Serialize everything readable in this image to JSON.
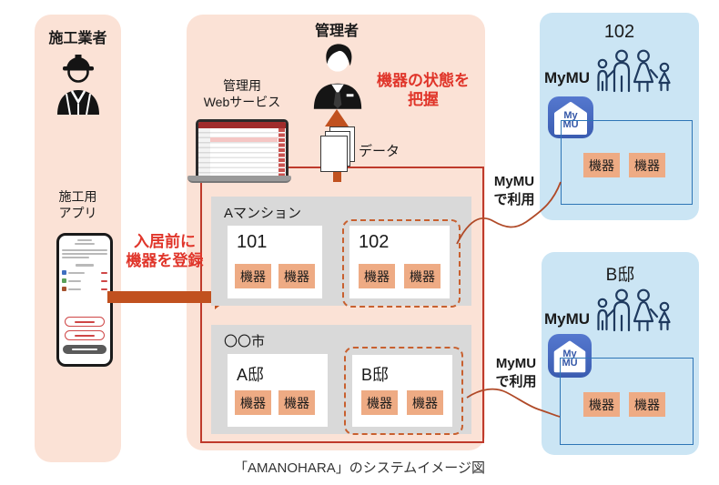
{
  "caption": "「AMANOHARA」のシステムイメージ図",
  "shared": {
    "device": "機器",
    "mymu_usage_l1": "MyMU",
    "mymu_usage_l2": "で利用"
  },
  "contractor": {
    "title": "施工業者",
    "app_l1": "施工用",
    "app_l2": "アプリ",
    "register_l1": "入居前に",
    "register_l2": "機器を登録"
  },
  "admin": {
    "title": "管理者",
    "web_l1": "管理用",
    "web_l2": "Webサービス",
    "status_l1": "機器の状態を",
    "status_l2": "把握",
    "data_label": "データ"
  },
  "mansion": {
    "title": "Aマンション",
    "rooms": [
      {
        "name": "101"
      },
      {
        "name": "102"
      }
    ]
  },
  "city": {
    "title": "〇〇市",
    "rooms": [
      {
        "name": "A邸"
      },
      {
        "name": "B邸"
      }
    ]
  },
  "residents": [
    {
      "title": "102",
      "mymu": "MyMU"
    },
    {
      "title": "B邸",
      "mymu": "MyMU"
    }
  ],
  "mymu_icon": {
    "l1": "My",
    "l2": "MU"
  },
  "colors": {
    "panel_pink": "#fbe2d6",
    "panel_blue": "#cbe5f4",
    "box_gray": "#d9d9d9",
    "device_chip": "#eeab84",
    "arrow_orange": "#c1511f",
    "outline_red": "#bf3a2b",
    "text_red": "#e0352a",
    "dashed_border": "#c8602f",
    "inner_box_blue": "#2e75b6",
    "mymu_blue": "#3a5cb0",
    "family_navy": "#1f3a5f"
  }
}
